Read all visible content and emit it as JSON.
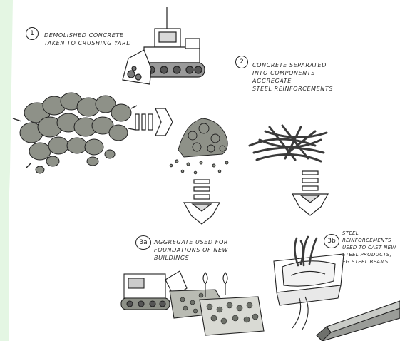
{
  "colors": {
    "page_background": "#e4f6e3",
    "sheet_background": "#ffffff",
    "ink": "#2b2b2b",
    "concrete_fill": "#8e9188",
    "steel_fill": "#3a3a3a"
  },
  "steps": [
    {
      "badge": "1",
      "lines": [
        "DEMOLISHED CONCRETE",
        "TAKEN TO CRUSHING YARD"
      ]
    },
    {
      "badge": "2",
      "lines": [
        "CONCRETE SEPARATED",
        "INTO COMPONENTS",
        "AGGREGATE",
        "STEEL REINFORCEMENTS"
      ]
    },
    {
      "badge": "3a",
      "lines": [
        "AGGREGATE USED FOR",
        "FOUNDATIONS OF NEW",
        "BUILDINGS"
      ]
    },
    {
      "badge": "3b",
      "lines": [
        "STEEL",
        "REINFORCEMENTS",
        "USED TO CAST NEW",
        "STEEL PRODUCTS,",
        "eg STEEL BEAMS"
      ]
    }
  ],
  "icons": {
    "bulldozer": "bulldozer-icon",
    "rubble": "concrete-rubble-icon",
    "aggregate": "aggregate-pile-icon",
    "steel": "steel-bars-icon",
    "foundation": "foundation-build-icon",
    "casting": "steel-casting-icon",
    "beam": "steel-beam-icon"
  }
}
